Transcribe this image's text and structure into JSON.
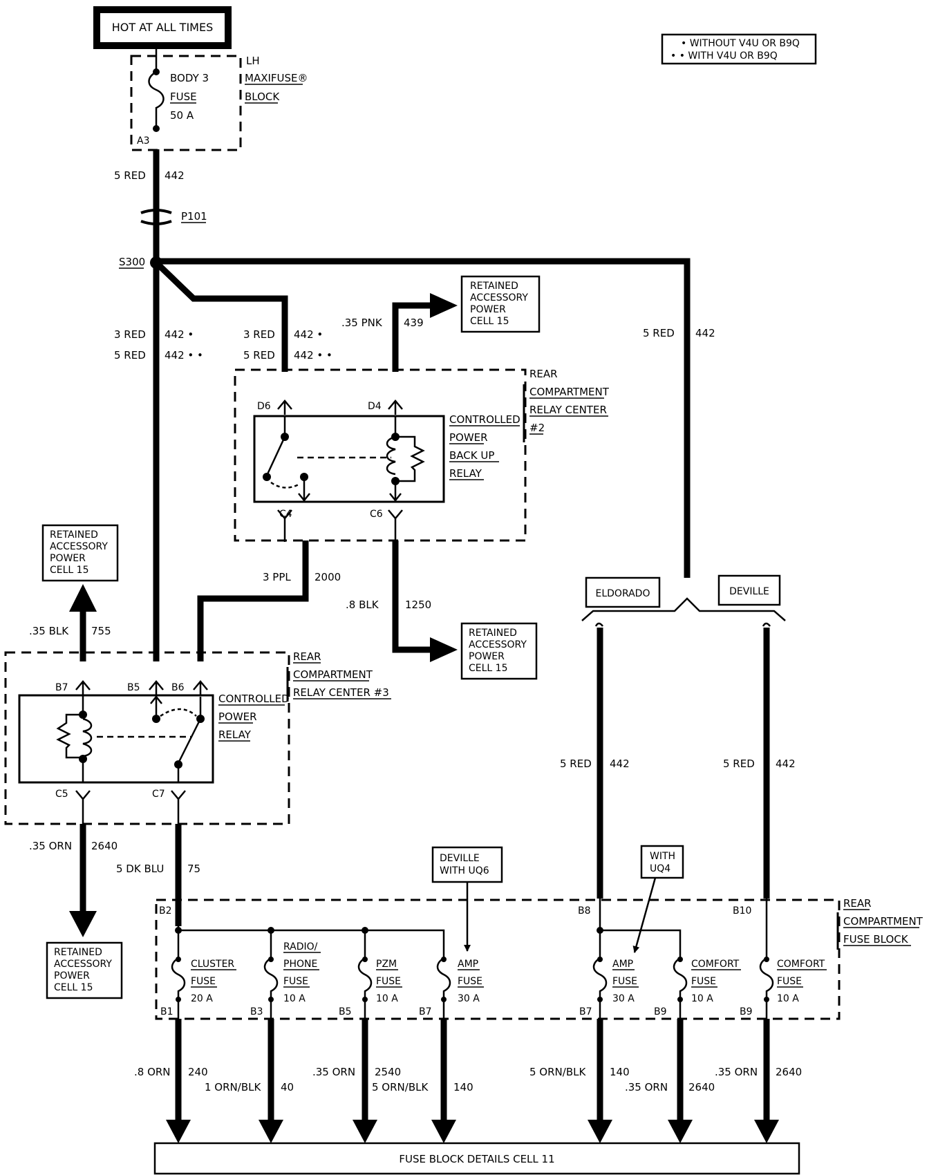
{
  "legend": {
    "line1": "• WITHOUT V4U OR B9Q",
    "line2": "• • WITH V4U OR B9Q"
  },
  "power_source": "HOT AT ALL TIMES",
  "maxifuse_block": {
    "lines": [
      "LH",
      "MAXIFUSE®",
      "BLOCK"
    ],
    "fuse_lines": [
      "BODY 3",
      "FUSE",
      "50 A"
    ],
    "pin": "A3"
  },
  "wires": {
    "w442_main": [
      "5 RED",
      "442"
    ],
    "connector_p101": "P101",
    "splice_s300": "S300",
    "w442_left_a": [
      "3 RED",
      "442 •"
    ],
    "w442_left_b": [
      "5 RED",
      "442 • •"
    ],
    "w442_mid_a": [
      "3 RED",
      "442 •"
    ],
    "w442_mid_b": [
      "5 RED",
      "442 • •"
    ],
    "w439": [
      ".35 PNK",
      "439"
    ],
    "w442_right": [
      "5 RED",
      "442"
    ],
    "w2000": [
      "3 PPL",
      "2000"
    ],
    "w1250": [
      ".8 BLK",
      "1250"
    ],
    "w755": [
      ".35 BLK",
      "755"
    ],
    "w2640_left": [
      ".35 ORN",
      "2640"
    ],
    "w75": [
      "5 DK BLU",
      "75"
    ],
    "w442_eldorado": [
      "5 RED",
      "442"
    ],
    "w442_deville": [
      "5 RED",
      "442"
    ],
    "out240": [
      ".8 ORN",
      "240"
    ],
    "out40": [
      "1 ORN/BLK",
      "40"
    ],
    "out2540": [
      ".35 ORN",
      "2540"
    ],
    "out140a": [
      "5 ORN/BLK",
      "140"
    ],
    "out140b": [
      "5 ORN/BLK",
      "140"
    ],
    "out2640a": [
      ".35 ORN",
      "2640"
    ],
    "out2640b": [
      ".35 ORN",
      "2640"
    ]
  },
  "retained_power_label": [
    "RETAINED",
    "ACCESSORY",
    "POWER",
    "CELL  15"
  ],
  "relay_center_2": {
    "lines": [
      "REAR",
      "COMPARTMENT",
      "RELAY CENTER",
      "#2"
    ],
    "relay_lines": [
      "CONTROLLED",
      "POWER",
      "BACK UP",
      "RELAY"
    ],
    "pins": {
      "d6": "D6",
      "d4": "D4",
      "c4": "C4",
      "c6": "C6"
    }
  },
  "relay_center_3": {
    "lines": [
      "REAR",
      "COMPARTMENT",
      "RELAY CENTER #3"
    ],
    "relay_lines": [
      "CONTROLLED",
      "POWER",
      "RELAY"
    ],
    "pins": {
      "b7": "B7",
      "b5": "B5",
      "b6": "B6",
      "c5": "C5",
      "c7": "C7"
    }
  },
  "models": {
    "eldorado": "ELDORADO",
    "deville": "DEVILLE"
  },
  "options": {
    "deville_uq6": [
      "DEVILLE",
      "WITH UQ6"
    ],
    "with_uq4": [
      "WITH",
      "UQ4"
    ]
  },
  "fuse_block": {
    "lines": [
      "REAR",
      "COMPARTMENT",
      "FUSE BLOCK"
    ],
    "input_pins": {
      "b2": "B2",
      "b8": "B8",
      "b10": "B10"
    },
    "fuses": [
      {
        "lines": [
          "CLUSTER",
          "FUSE",
          "20 A"
        ],
        "pin": "B1"
      },
      {
        "lines": [
          "RADIO/",
          "PHONE",
          "FUSE",
          "10 A"
        ],
        "pin": "B3"
      },
      {
        "lines": [
          "PZM",
          "FUSE",
          "10 A"
        ],
        "pin": "B5"
      },
      {
        "lines": [
          "AMP",
          "FUSE",
          "30 A"
        ],
        "pin": "B7"
      },
      {
        "lines": [
          "AMP",
          "FUSE",
          "30 A"
        ],
        "pin": "B7"
      },
      {
        "lines": [
          "COMFORT",
          "FUSE",
          "10 A"
        ],
        "pin": "B9"
      },
      {
        "lines": [
          "COMFORT",
          "FUSE",
          "10 A"
        ],
        "pin": "B9"
      }
    ]
  },
  "footer": "FUSE BLOCK DETAILS CELL  11"
}
